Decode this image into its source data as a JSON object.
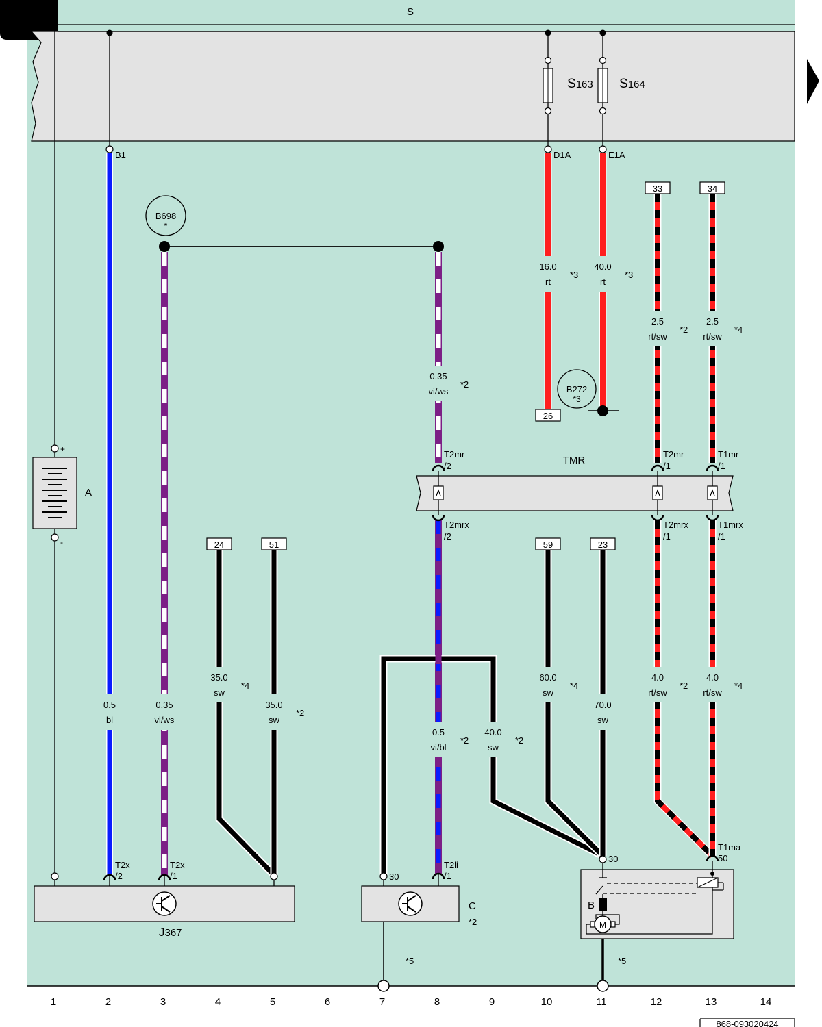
{
  "colors": {
    "background": "#bfe3d8",
    "panel": "#e3e3e3",
    "rt": "#ff1f1f",
    "sw": "#000000",
    "bl": "#0a1cff",
    "vi": "#7c1f86",
    "ws": "#ffffff"
  },
  "header": {
    "s_label": "S"
  },
  "fuses": [
    {
      "id": "S",
      "sub": "163"
    },
    {
      "id": "S",
      "sub": "164"
    }
  ],
  "connectors": {
    "b1": "B1",
    "d1a": "D1A",
    "e1a": "E1A",
    "t2mr_2": [
      "T2mr",
      "/2"
    ],
    "t2mr_1": [
      "T2mr",
      "/1"
    ],
    "t1mr_1": [
      "T1mr",
      "/1"
    ],
    "t2mrx_2": [
      "T2mrx",
      "/2"
    ],
    "t2mrx_1": [
      "T2mrx",
      "/1"
    ],
    "t1mrx_1": [
      "T1mrx",
      "/1"
    ],
    "t2x_2": [
      "T2x",
      "/2"
    ],
    "t2x_1": [
      "T2x",
      "/1"
    ],
    "t2li_1": [
      "T2li",
      "/1"
    ],
    "t1ma_50": [
      "T1ma",
      "50"
    ],
    "pin_30_c": "30",
    "pin_30_b": "30"
  },
  "boxes": {
    "b33": "33",
    "b34": "34",
    "b26": "26",
    "b24": "24",
    "b51": "51",
    "b59": "59",
    "b23": "23"
  },
  "ground_points": {
    "b698": [
      "B698",
      "*"
    ],
    "b272": [
      "B272",
      "*3"
    ]
  },
  "components": {
    "battery": "A",
    "battery_plus": "+",
    "battery_minus": "-",
    "tmr": "TMR",
    "j367": {
      "main": "J",
      "sub": "367"
    },
    "c": "C",
    "c_note": "*2",
    "b": "B",
    "motor": "M"
  },
  "wires": [
    {
      "id": "w2",
      "size": "0.5",
      "color": "bl",
      "note": ""
    },
    {
      "id": "w3",
      "size": "0.35",
      "color": "vi/ws",
      "note": ""
    },
    {
      "id": "w4",
      "size": "35.0",
      "color": "sw",
      "note": "*4"
    },
    {
      "id": "w5",
      "size": "35.0",
      "color": "sw",
      "note": "*2"
    },
    {
      "id": "w8a",
      "size": "0.35",
      "color": "vi/ws",
      "note": "*2"
    },
    {
      "id": "w8b",
      "size": "0.5",
      "color": "vi/bl",
      "note": "*2"
    },
    {
      "id": "w9",
      "size": "40.0",
      "color": "sw",
      "note": "*2"
    },
    {
      "id": "w10a",
      "size": "16.0",
      "color": "rt",
      "note": "*3"
    },
    {
      "id": "w11a",
      "size": "40.0",
      "color": "rt",
      "note": "*3"
    },
    {
      "id": "w10b",
      "size": "60.0",
      "color": "sw",
      "note": "*4"
    },
    {
      "id": "w11b",
      "size": "70.0",
      "color": "sw",
      "note": ""
    },
    {
      "id": "w12a",
      "size": "2.5",
      "color": "rt/sw",
      "note": "*2"
    },
    {
      "id": "w13a",
      "size": "2.5",
      "color": "rt/sw",
      "note": "*4"
    },
    {
      "id": "w12b",
      "size": "4.0",
      "color": "rt/sw",
      "note": "*2"
    },
    {
      "id": "w13b",
      "size": "4.0",
      "color": "rt/sw",
      "note": "*4"
    }
  ],
  "bottom_notes": {
    "n7": "*5",
    "n11": "*5"
  },
  "columns": [
    "1",
    "2",
    "3",
    "4",
    "5",
    "6",
    "7",
    "8",
    "9",
    "10",
    "11",
    "12",
    "13",
    "14"
  ],
  "footer_code": "868-093020424"
}
